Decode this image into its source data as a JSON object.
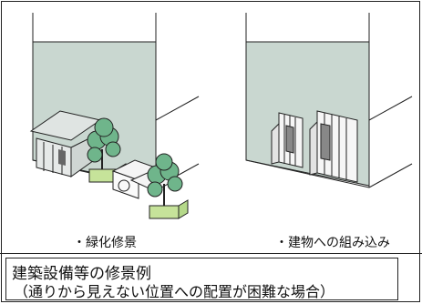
{
  "captions": {
    "left": "・緑化修景",
    "right": "・建物への組み込み"
  },
  "title": {
    "line1": "建築設備等の修景例",
    "line2": "（通りから見えない位置への配置が困難な場合）"
  },
  "colors": {
    "wall": "#c9d7d0",
    "leaf": "#6fb58b",
    "planter": "#c6e39a",
    "outline": "#222222"
  }
}
